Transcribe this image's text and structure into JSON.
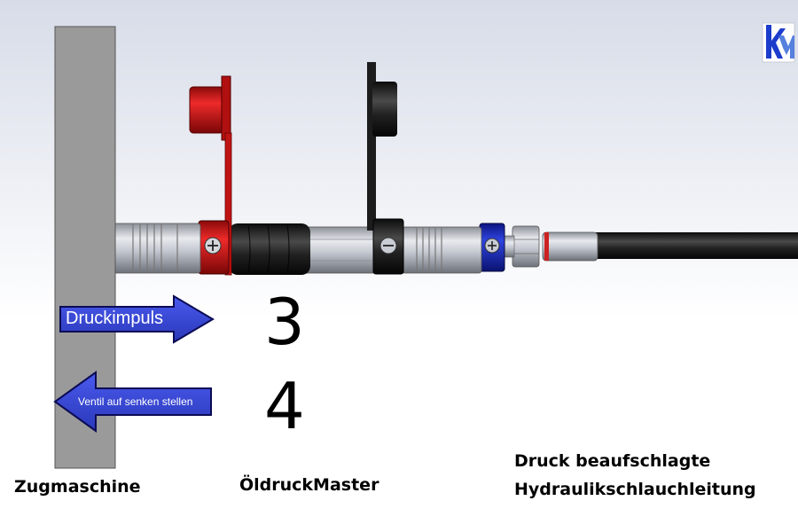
{
  "labels": {
    "tractor": "Zugmaschine",
    "device": "ÖldruckMaster",
    "hose_line1": "Druck beaufschlagte",
    "hose_line2": "Hydraulikschlauchleitung"
  },
  "steps": {
    "pressure_pulse": {
      "number": "3",
      "label": "Druckimpuls",
      "direction": "right"
    },
    "valve_lower": {
      "number": "4",
      "label": "Ventil auf senken stellen",
      "direction": "left"
    }
  },
  "logo": {
    "text": "KM",
    "icon": "km-logo-icon"
  },
  "colors": {
    "background_top": "#d7dce8",
    "background_bottom": "#ffffff",
    "tractor_panel": "#9a9a9a",
    "dust_cap_red": "#cc1111",
    "dust_cap_black": "#1a1a1a",
    "coupling_blue": "#1d2fb8",
    "arrow_fill": "#3a4ad6",
    "hose_black": "#151515",
    "steel": "#b8bcc4"
  }
}
